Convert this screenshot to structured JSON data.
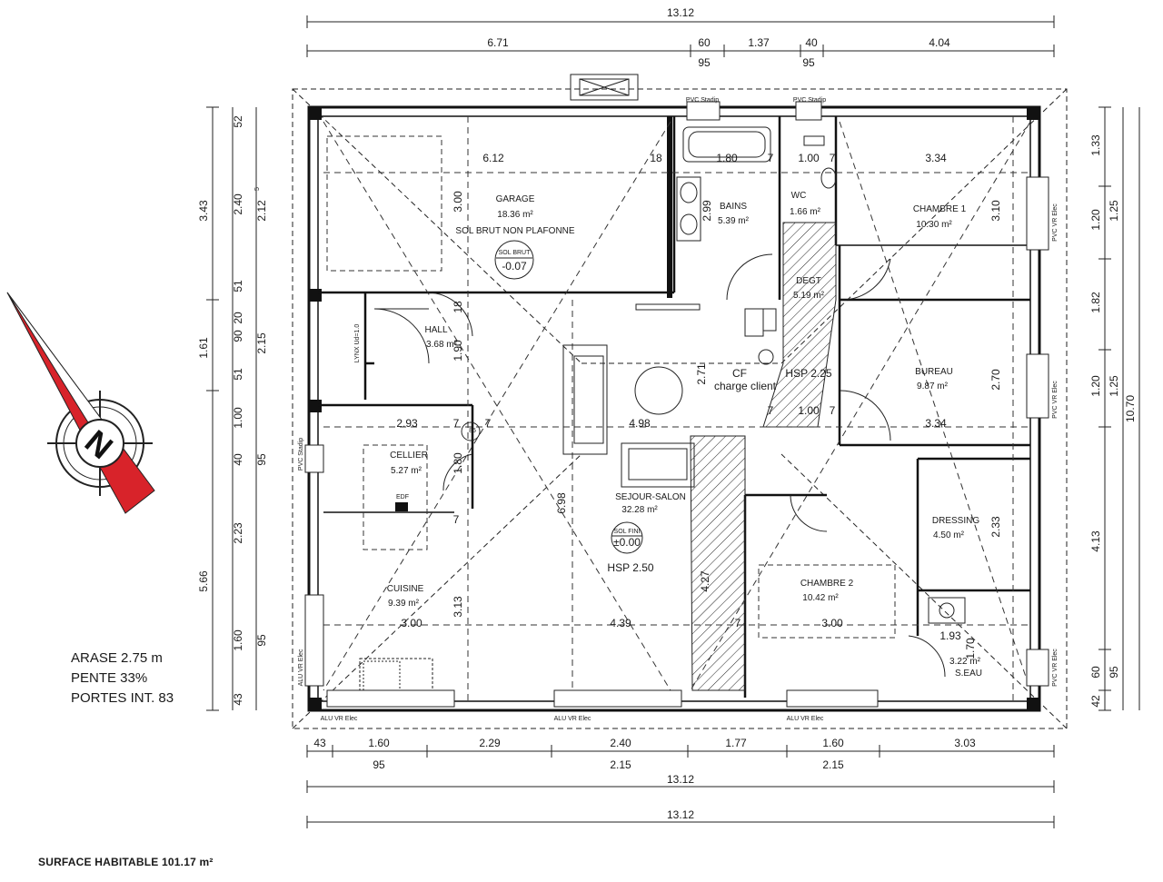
{
  "overall": {
    "width": "13.12",
    "depth": "10.70"
  },
  "dims_top_row2": [
    "6.71",
    "60",
    "1.37",
    "40",
    "4.04"
  ],
  "dims_top_row2_sub": [
    "95",
    "95"
  ],
  "dims_left": {
    "outer": [
      "3.43",
      "1.61",
      "5.66"
    ],
    "inner": [
      "52",
      "2.40",
      "51",
      "90",
      "20",
      "51",
      "1.00",
      "40",
      "2.23",
      "1.60",
      "43"
    ],
    "inner2": [
      "2.12",
      "2.15",
      "95",
      "95"
    ],
    "sup": "5"
  },
  "dims_right": {
    "outer": [
      "1.33",
      "1.20",
      "1.82",
      "1.20",
      "4.13",
      "60",
      "42"
    ],
    "inner": [
      "1.25",
      "1.25",
      "95"
    ]
  },
  "dims_bottom_row1": [
    "43",
    "1.60",
    "2.29",
    "2.40",
    "1.77",
    "1.60",
    "3.03"
  ],
  "dims_bottom_row1_sub": [
    "95",
    "2.15",
    "2.15"
  ],
  "interior_dims": [
    "6.12",
    "18",
    "1.80",
    "7",
    "1.00",
    "7",
    "3.34",
    "3.00",
    "2.99",
    "3.10",
    "18",
    "1.90",
    "2.71",
    "HSP 2.25",
    "2.70",
    "2.93",
    "7",
    "85",
    "7",
    "4.98",
    "7",
    "1.00",
    "7",
    "3.34",
    "1.80",
    "6.98",
    "2.33",
    "7",
    "3.13",
    "4.27",
    "3.00",
    "4.39",
    "7",
    "3.00",
    "1.93",
    "1.70"
  ],
  "rooms": {
    "garage": {
      "name": "GARAGE",
      "area": "18.36 m²",
      "note": "SOL BRUT NON PLAFONNE",
      "level_label": "SOL BRUT",
      "level": "-0.07"
    },
    "bains": {
      "name": "BAINS",
      "area": "5.39 m²"
    },
    "wc": {
      "name": "WC",
      "area": "1.66 m²"
    },
    "degt": {
      "name": "DEGT",
      "area": "5.19 m²"
    },
    "chambre1": {
      "name": "CHAMBRE 1",
      "area": "10.30 m²"
    },
    "hall": {
      "name": "HALL",
      "area": "3.68 m²"
    },
    "bureau": {
      "name": "BUREAU",
      "area": "9.87 m²"
    },
    "cellier": {
      "name": "CELLIER",
      "area": "5.27 m²",
      "edf": "EDF"
    },
    "sejour": {
      "name": "SEJOUR-SALON",
      "area": "32.28 m²",
      "level_label": "SOL FINI",
      "level": "±0.00",
      "hsp": "HSP 2.50"
    },
    "dressing": {
      "name": "DRESSING",
      "area": "4.50 m²"
    },
    "chambre2": {
      "name": "CHAMBRE 2",
      "area": "10.42 m²"
    },
    "cuisine": {
      "name": "CUISINE",
      "area": "9.39 m²"
    },
    "seau": {
      "name": "S.EAU",
      "area": "3.22 m²"
    }
  },
  "cf": {
    "line1": "CF",
    "line2": "charge client"
  },
  "window_labels": {
    "pvc_stadip": "PVC Stadip",
    "pvc_vr": "PVC VR Elec",
    "alu_vr": "ALU VR Elec",
    "lynx": "LYNX Ud=1.0"
  },
  "notes": [
    "ARASE 2.75 m",
    "PENTE 33%",
    "PORTES INT. 83"
  ],
  "surface": "SURFACE HABITABLE 101.17 m²",
  "colors": {
    "compass": "#d8232a",
    "hatch": "#222222",
    "wall": "#111111"
  }
}
